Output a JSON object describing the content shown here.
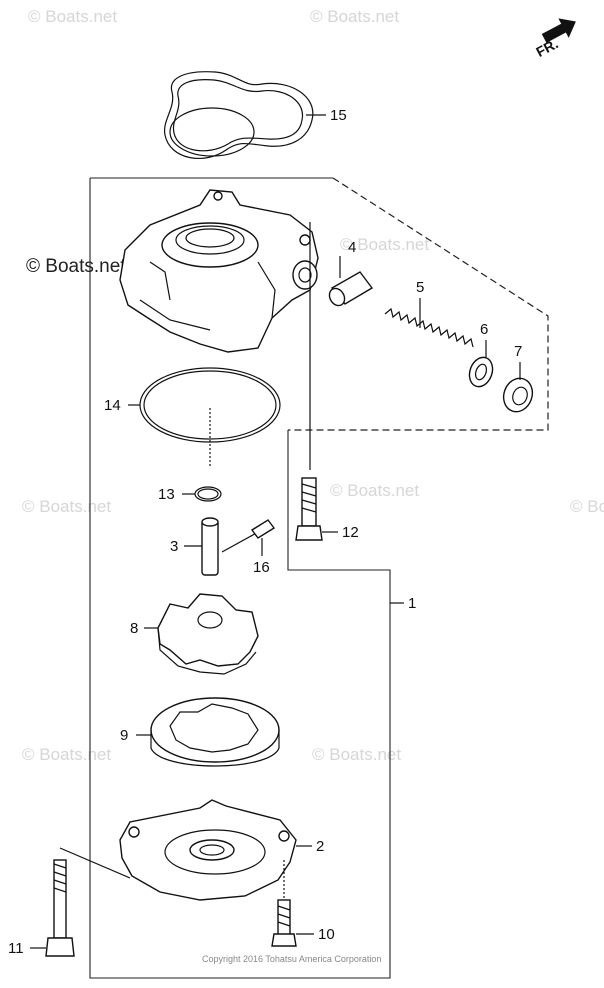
{
  "direction_indicator": {
    "label": "FR."
  },
  "watermark": {
    "text": "© Boats.net"
  },
  "copyright": "Copyright 2016 Tohatsu America Corporation",
  "callouts": [
    {
      "id": "1",
      "label": "1"
    },
    {
      "id": "2",
      "label": "2"
    },
    {
      "id": "3",
      "label": "3"
    },
    {
      "id": "4",
      "label": "4"
    },
    {
      "id": "5",
      "label": "5"
    },
    {
      "id": "6",
      "label": "6"
    },
    {
      "id": "7",
      "label": "7"
    },
    {
      "id": "8",
      "label": "8"
    },
    {
      "id": "9",
      "label": "9"
    },
    {
      "id": "10",
      "label": "10"
    },
    {
      "id": "11",
      "label": "11"
    },
    {
      "id": "12",
      "label": "12"
    },
    {
      "id": "13",
      "label": "13"
    },
    {
      "id": "14",
      "label": "14"
    },
    {
      "id": "15",
      "label": "15"
    },
    {
      "id": "16",
      "label": "16"
    }
  ]
}
